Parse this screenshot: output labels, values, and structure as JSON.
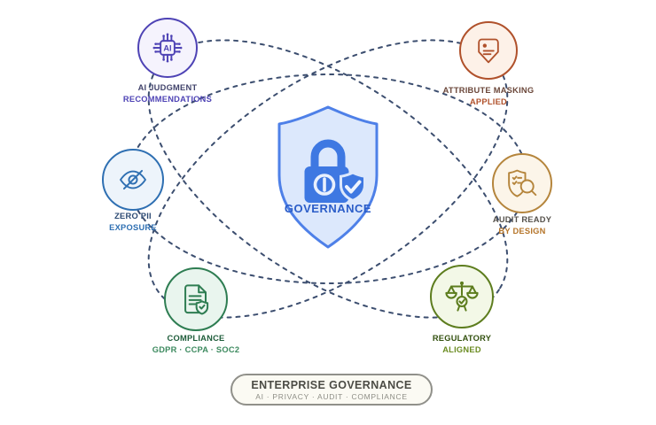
{
  "center": {
    "title": "GOVERNANCE",
    "fill": "#dce8fc",
    "border": "#4e80e8",
    "icon_color": "#3e78e2",
    "text_color": "#2b5dc8"
  },
  "orbit_color": "#22365c",
  "footer": {
    "title": "ENTERPRISE GOVERNANCE",
    "subtitle": "AI · PRIVACY · AUDIT · COMPLIANCE",
    "bg": "#fbfaf3",
    "border": "#90908a"
  },
  "nodes": [
    {
      "id": "ai-recommendations",
      "icon": "ai-chip-icon",
      "icon_text": "AI",
      "line1": "AI JUDGMENT",
      "line2": "RECOMMENDATIONS",
      "accent": "#4e43b5",
      "fill": "#f5f3fd",
      "text1": "#41436b",
      "text2": "#4e43b5"
    },
    {
      "id": "attribute-masking",
      "icon": "badge-marker-icon",
      "line1": "ATTRIBUTE MASKING",
      "line2": "APPLIED",
      "accent": "#b0512b",
      "fill": "#fdf1e8",
      "text1": "#6b473a",
      "text2": "#b0512b"
    },
    {
      "id": "zero-pii-exposure",
      "icon": "eye-off-icon",
      "line1": "ZERO PII",
      "line2": "EXPOSURE",
      "accent": "#2e6fb2",
      "fill": "#edf4fb",
      "text1": "#2c4a73",
      "text2": "#2e6fb2"
    },
    {
      "id": "audit-ready",
      "icon": "shield-magnifier-icon",
      "line1": "AUDIT READY",
      "line2": "BY DESIGN",
      "accent": "#b5853c",
      "fill": "#fcf5e9",
      "text1": "#55514b",
      "text2": "#b5752a"
    },
    {
      "id": "compliance",
      "icon": "document-shield-icon",
      "line1": "COMPLIANCE",
      "line2": "GDPR · CCPA · SOC2",
      "accent": "#2e7d52",
      "fill": "#e9f5ee",
      "text1": "#1e5c3a",
      "text2": "#3d8a5f"
    },
    {
      "id": "regulatory-aligned",
      "icon": "scales-icon",
      "line1": "REGULATORY",
      "line2": "ALIGNED",
      "accent": "#5d7d1e",
      "fill": "#f3f8e7",
      "text1": "#33510f",
      "text2": "#6b8c22"
    }
  ]
}
